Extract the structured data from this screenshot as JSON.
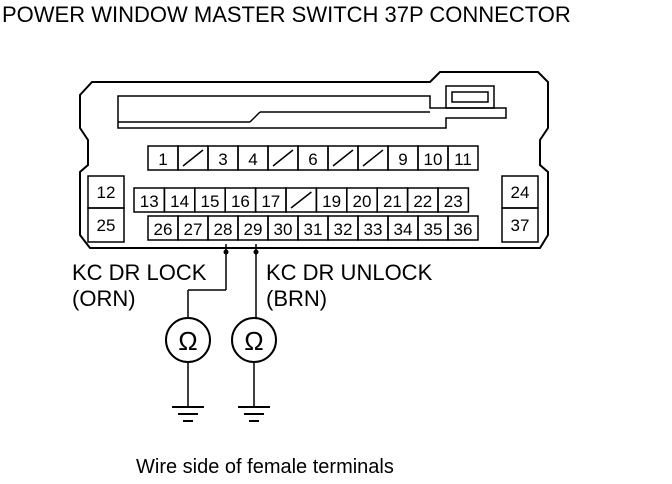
{
  "title": "POWER WINDOW MASTER SWITCH 37P CONNECTOR",
  "caption": "Wire side of female terminals",
  "connector": {
    "row1": [
      "1",
      "",
      "3",
      "4",
      "",
      "6",
      "",
      "",
      "9",
      "10",
      "11"
    ],
    "row2": [
      "13",
      "14",
      "15",
      "16",
      "17",
      "",
      "19",
      "20",
      "21",
      "22",
      "23"
    ],
    "row3": [
      "26",
      "27",
      "28",
      "29",
      "30",
      "31",
      "32",
      "33",
      "34",
      "35",
      "36"
    ],
    "side_left": [
      "12",
      "25"
    ],
    "side_right": [
      "24",
      "37"
    ]
  },
  "probes": [
    {
      "label": "KC DR LOCK",
      "wire": "(ORN)",
      "symbol": "Ω"
    },
    {
      "label": "KC DR UNLOCK",
      "wire": "(BRN)",
      "symbol": "Ω"
    }
  ]
}
